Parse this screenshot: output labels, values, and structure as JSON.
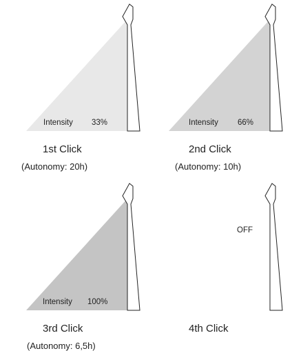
{
  "panels": [
    {
      "intensity_label": "Intensity",
      "intensity_value": "33%",
      "click_label": "1st Click",
      "autonomy": "(Autonomy: 20h)",
      "beam_color": "#e8e8e8"
    },
    {
      "intensity_label": "Intensity",
      "intensity_value": "66%",
      "click_label": "2nd Click",
      "autonomy": "(Autonomy: 10h)",
      "beam_color": "#d3d3d3"
    },
    {
      "intensity_label": "Intensity",
      "intensity_value": "100%",
      "click_label": "3rd Click",
      "autonomy": "(Autonomy: 6,5h)",
      "beam_color": "#c4c4c4"
    },
    {
      "off_label": "OFF",
      "click_label": "4th Click"
    }
  ],
  "colors": {
    "lamp_stroke": "#222222"
  }
}
